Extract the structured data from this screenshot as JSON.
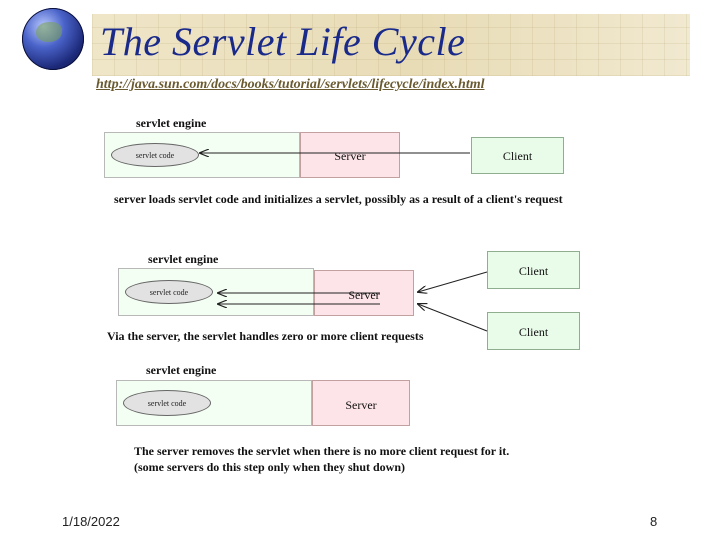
{
  "header": {
    "title": "The Servlet Life Cycle",
    "url": "http://java.sun.com/docs/books/tutorial/servlets/lifecycle/index.html",
    "icon": "globe-icon"
  },
  "stage1": {
    "engine_label": "servlet engine",
    "code_label": "servlet code",
    "server_label": "Server",
    "client_label": "Client",
    "caption": "server loads servlet code and initializes a servlet, possibly as a result of a client's request"
  },
  "stage2": {
    "engine_label": "servlet engine",
    "code_label": "servlet code",
    "server_label": "Server",
    "client1_label": "Client",
    "client2_label": "Client",
    "caption": "Via the server, the  servlet handles zero or more client requests"
  },
  "stage3": {
    "engine_label": "servlet engine",
    "code_label": "servlet code",
    "server_label": "Server",
    "caption_line1": "The server removes the servlet when there is no more client request for it.",
    "caption_line2": "(some servers do this step only when they shut down)"
  },
  "footer": {
    "date": "1/18/2022",
    "page": "8"
  }
}
